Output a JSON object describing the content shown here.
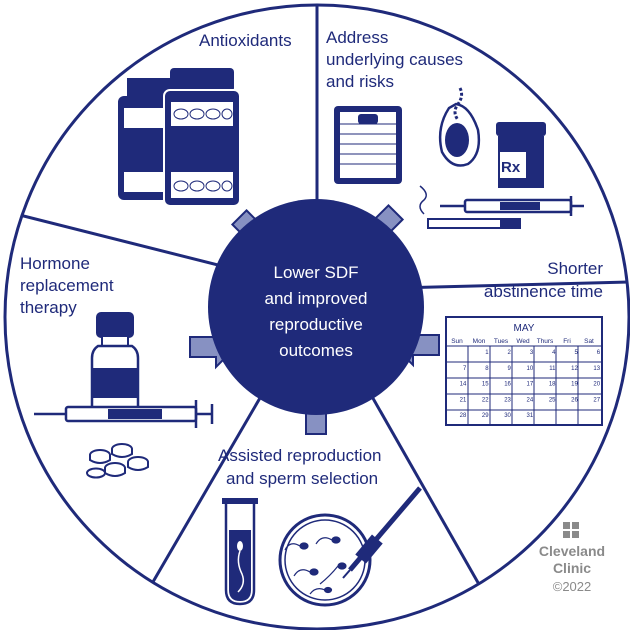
{
  "colors": {
    "navy": "#1f2a7a",
    "white": "#ffffff",
    "logo_grey": "#8a8a8a"
  },
  "center": {
    "lines": [
      "Lower SDF",
      "and improved",
      "reproductive",
      "outcomes"
    ]
  },
  "segments": {
    "antioxidants": {
      "lines": [
        "Antioxidants"
      ]
    },
    "address": {
      "lines": [
        "Address",
        "underlying causes",
        "and risks"
      ]
    },
    "abstinence": {
      "lines": [
        "Shorter",
        "abstinence time"
      ]
    },
    "assisted": {
      "lines": [
        "Assisted reproduction",
        "and sperm selection"
      ]
    },
    "hormone": {
      "lines": [
        "Hormone",
        "replacement",
        "therapy"
      ]
    }
  },
  "icons": {
    "antioxidants": "supplement-jars-icon",
    "address": [
      "scale-icon",
      "testicle-icon",
      "prescription-bottle-icon",
      "syringe-icon",
      "cigarette-icon"
    ],
    "abstinence": "calendar-icon",
    "assisted": [
      "test-tube-icon",
      "petri-dish-icon"
    ],
    "hormone": [
      "vial-icon",
      "syringe-icon",
      "pills-icon"
    ]
  },
  "calendar": {
    "month": "MAY",
    "days": [
      "Sun",
      "Mon",
      "Tues",
      "Wed",
      "Thurs",
      "Fri",
      "Sat"
    ],
    "weeks": [
      [
        "",
        "1",
        "2",
        "3",
        "4",
        "5",
        "6"
      ],
      [
        "7",
        "8",
        "9",
        "10",
        "11",
        "12",
        "13"
      ],
      [
        "14",
        "15",
        "16",
        "17",
        "18",
        "19",
        "20"
      ],
      [
        "21",
        "22",
        "23",
        "24",
        "25",
        "26",
        "27"
      ],
      [
        "28",
        "29",
        "30",
        "31",
        "",
        "",
        ""
      ]
    ]
  },
  "pill_label": "Rx",
  "logo": {
    "name_lines": [
      "Cleveland",
      "Clinic"
    ],
    "copyright": "©2022"
  }
}
